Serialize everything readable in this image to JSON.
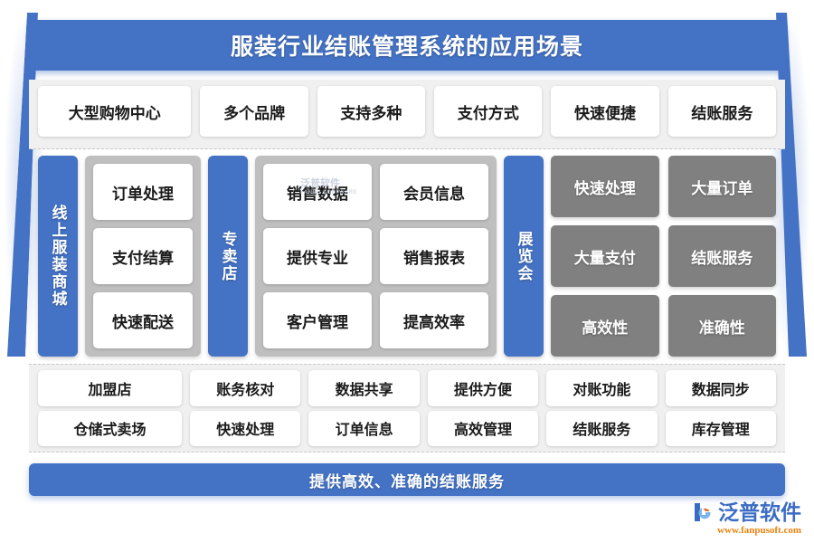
{
  "header": {
    "title": "服装行业结账管理系统的应用场景"
  },
  "top_row": {
    "items": [
      {
        "label": "大型购物中心",
        "wide": true
      },
      {
        "label": "多个品牌",
        "wide": false
      },
      {
        "label": "支持多种",
        "wide": false
      },
      {
        "label": "支付方式",
        "wide": false
      },
      {
        "label": "快速便捷",
        "wide": false
      },
      {
        "label": "结账服务",
        "wide": false
      }
    ]
  },
  "middle": {
    "channel_1": {
      "label": "线上服装商城",
      "cells": [
        "订单处理",
        "支付结算",
        "快速配送"
      ]
    },
    "channel_2": {
      "label": "专卖店",
      "cells": [
        [
          "销售数据",
          "会员信息"
        ],
        [
          "提供专业",
          "销售报表"
        ],
        [
          "客户管理",
          "提高效率"
        ]
      ]
    },
    "channel_3": {
      "label": "展览会",
      "cells": [
        [
          "快速处理",
          "大量订单"
        ],
        [
          "大量支付",
          "结账服务"
        ],
        [
          "高效性",
          "准确性"
        ]
      ]
    },
    "watermark": {
      "line1": "泛普软件",
      "line2": "FANPU SOFTWARE"
    }
  },
  "bottom_grid": {
    "rows": [
      [
        "加盟店",
        "账务核对",
        "数据共享",
        "提供方便",
        "对账功能",
        "数据同步"
      ],
      [
        "仓储式卖场",
        "快速处理",
        "订单信息",
        "高效管理",
        "结账服务",
        "库存管理"
      ]
    ]
  },
  "footer": {
    "text": "提供高效、准确的结账服务"
  },
  "logo": {
    "name": "泛普软件",
    "url": "www.fanpusoft.com"
  },
  "colors": {
    "brand_blue": "#4472C4",
    "panel_gray": "#BFBFBF",
    "cell_gray": "#808080",
    "band_bg": "#f0f0f0",
    "logo_orange": "#E8820C"
  }
}
